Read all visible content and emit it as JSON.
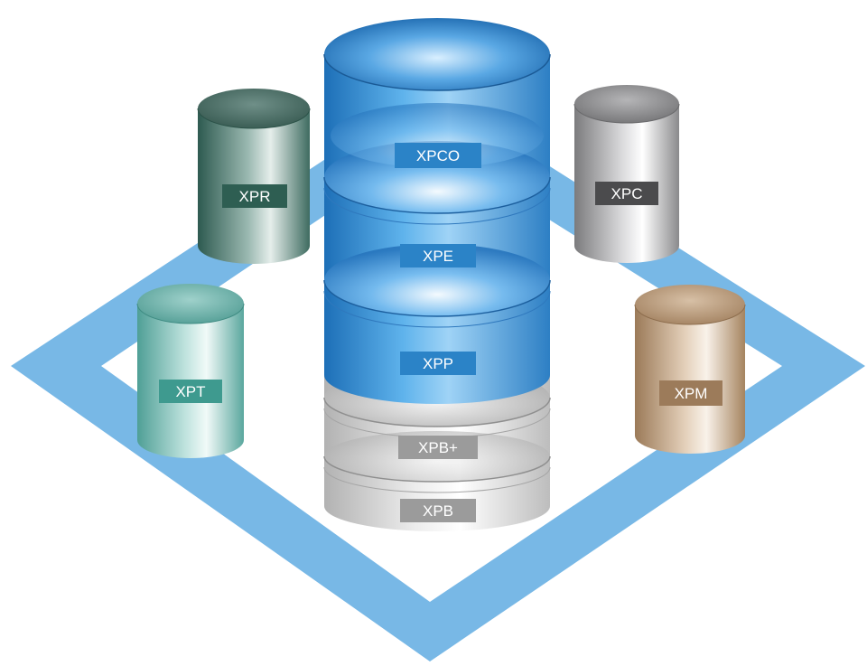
{
  "center_stack": {
    "layers": [
      {
        "id": "xpco",
        "label": "XPCO"
      },
      {
        "id": "xpe",
        "label": "XPE"
      },
      {
        "id": "xpp",
        "label": "XPP"
      },
      {
        "id": "xpbplus",
        "label": "XPB+"
      },
      {
        "id": "xpb",
        "label": "XPB"
      }
    ]
  },
  "satellites": {
    "xpr": {
      "label": "XPR",
      "color": "#3f6f63"
    },
    "xpc": {
      "label": "XPC",
      "color": "#a9a9ab"
    },
    "xpt": {
      "label": "XPT",
      "color": "#6fb6ad"
    },
    "xpm": {
      "label": "XPM",
      "color": "#b89a7a"
    }
  },
  "colors": {
    "frame": "#78b8e6",
    "stack_blue": "#2e8ed6",
    "stack_grey": "#b9b9b9",
    "label_blue": "#2b83c7",
    "label_grey": "#9b9b9b"
  }
}
